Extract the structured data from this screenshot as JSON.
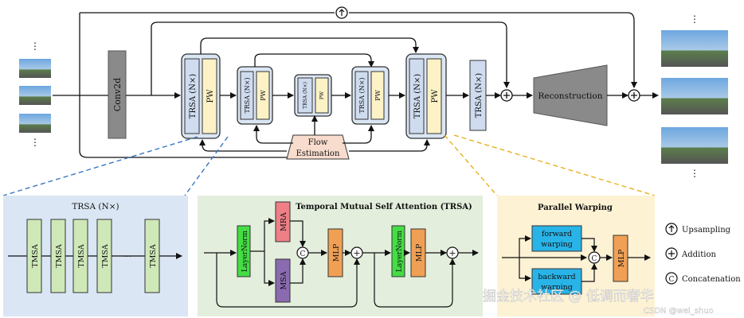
{
  "top": {
    "conv": "Conv2d",
    "trsa": "TRSA (N×)",
    "pw": "PW",
    "trsa_small": "TRSA (N×)",
    "pw_small": "PW",
    "trsa_inner": "TRSA (N×)",
    "pw_inner": "PW",
    "trsa_final": "TRSA (N×)",
    "flow": "Flow Estimation",
    "reconstruction": "Reconstruction",
    "dots": "⋮"
  },
  "trsa_panel": {
    "title": "TRSA (N×)",
    "block": "TMSA"
  },
  "attn_panel": {
    "title": "Temporal Mutual Self Attention (TRSA)",
    "layernorm": "LayerNorm",
    "mra": "MRA",
    "msa": "MSA",
    "mlp": "MLP",
    "concat": "C",
    "add": "+"
  },
  "pw_panel": {
    "title": "Parallel Warping",
    "forward": "forward warping",
    "backward": "backward warping",
    "mlp": "MLP"
  },
  "legend": {
    "upsampling": "Upsampling",
    "addition": "Addition",
    "concatenation": "Concatenation"
  },
  "watermark": {
    "cn": "掘金技术社区 @ 低调而奢华",
    "csdn": "CSDN @wei_shuo"
  },
  "colors": {
    "trsa_bg": "#dbe6f4",
    "attn_bg": "#e3eedc",
    "pw_bg": "#fdf2d4",
    "conv": "#8a8a8a",
    "tmsa": "#cfe8b8",
    "layernorm": "#44dd44",
    "mra": "#ee7f86",
    "msa": "#8a6bb0",
    "mlp": "#f0a055",
    "warp": "#29b4e8",
    "recon": "#8a8a8a",
    "flow": "#f8dccd"
  }
}
